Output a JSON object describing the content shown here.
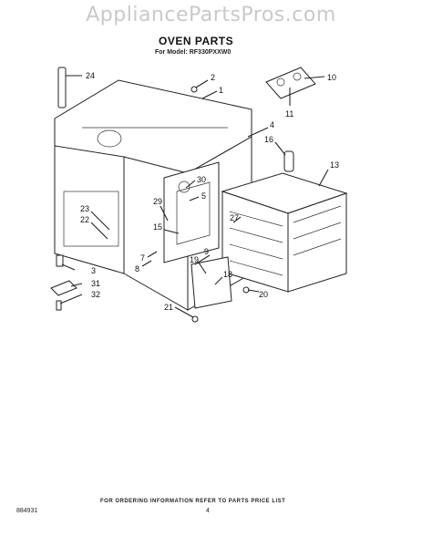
{
  "watermark": "AppliancePartsPros.com",
  "title": "OVEN PARTS",
  "subtitle": "For Model: RF330PXXW0",
  "footer_note": "FOR ORDERING INFORMATION REFER TO PARTS PRICE LIST",
  "doc_number": "884931",
  "page_number": "4",
  "fine_print_left": "",
  "fine_print_right": "",
  "callouts": [
    "24",
    "2",
    "1",
    "10",
    "11",
    "4",
    "16",
    "13",
    "30",
    "5",
    "29",
    "27",
    "23",
    "22",
    "15",
    "9",
    "7",
    "8",
    "19",
    "18",
    "20",
    "3",
    "31",
    "32",
    "21"
  ]
}
